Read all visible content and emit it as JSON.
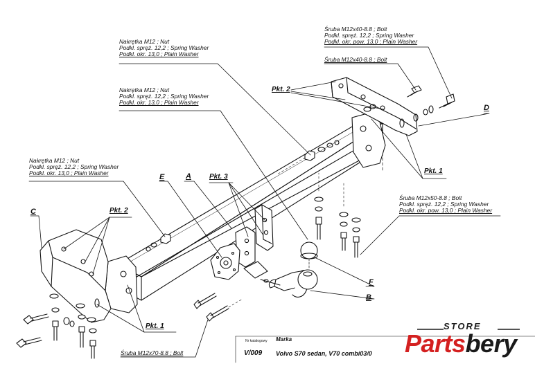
{
  "callouts": {
    "nut_upper_a": [
      "Nakrętka  M12 ; Nut",
      "Podkl. spręż. 12,2 ; Spring Washer",
      "Podkl. okr. 13,0 ;  Plain Washer"
    ],
    "nut_upper_b": [
      "Nakrętka  M12 ; Nut",
      "Podkl. spręż. 12,2 ; Spring Washer",
      "Podkl. okr. 13,0 ;  Plain Washer"
    ],
    "nut_left": [
      "Nakrętka  M12 ; Nut",
      "Podkl. spręż. 12,2 ; Spring Washer",
      "Podkl. okr. 13,0 ;  Plain Washer"
    ],
    "bolt_top": [
      "Śruba M12x40-8.8 ;  Bolt",
      "Podkl. spręż. 12,2 ; Spring Washer",
      "Podkl. okr. pow. 13,0 ; Plain Washer"
    ],
    "bolt_top_single": "Śruba M12x40-8.8 ;  Bolt",
    "bolt_right": [
      "Śruba M12x50-8.8 ;  Bolt",
      "Podkl. spręż. 12,2 ; Spring Washer",
      "Podkl. okr. pow. 13,0 ; Plain Washer"
    ],
    "bolt_bottom": "Śruba M12x70-8.8 ;  Bolt"
  },
  "points": {
    "pkt2_top": "Pkt. 2",
    "pkt2_left": "Pkt. 2",
    "pkt1_right": "Pkt. 1",
    "pkt1_bottom": "Pkt. 1",
    "pkt3": "Pkt. 3"
  },
  "parts": {
    "a": "A",
    "b": "B",
    "c": "C",
    "d": "D",
    "e": "E",
    "f": "F"
  },
  "title_block": {
    "catalog_label": "Nr katalogowy",
    "brand_label": "Marka",
    "code": "V/009",
    "description": "Volvo S70 sedan, V70 combi03/0"
  },
  "logo": {
    "store": "STORE",
    "brand": "Partsbery",
    "brand_part1": "Parts",
    "brand_part2": "bery",
    "color_red": "#d42020",
    "color_dark": "#1a1a1a"
  }
}
